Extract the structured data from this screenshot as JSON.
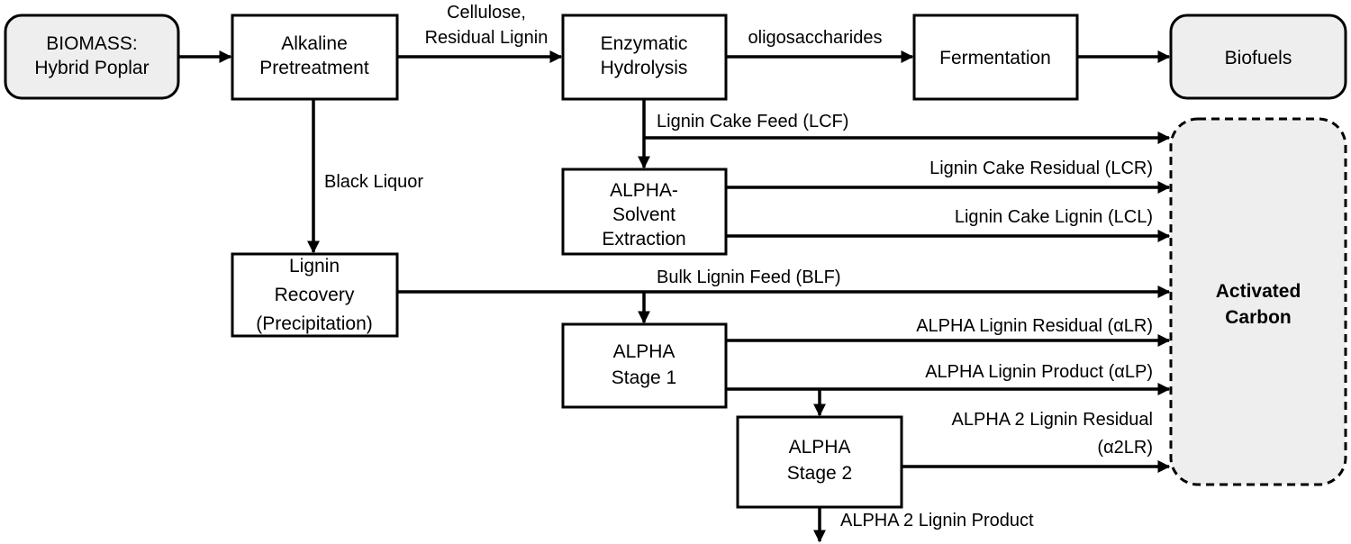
{
  "nodes": {
    "biomass": [
      "BIOMASS:",
      "Hybrid Poplar"
    ],
    "alkaline": [
      "Alkaline",
      "Pretreatment"
    ],
    "enzymatic": [
      "Enzymatic",
      "Hydrolysis"
    ],
    "fermentation": [
      "Fermentation"
    ],
    "biofuels": [
      "Biofuels"
    ],
    "solvent": [
      "ALPHA-",
      "Solvent",
      "Extraction"
    ],
    "recovery": [
      "Lignin",
      "Recovery",
      "(Precipitation)"
    ],
    "stage1": [
      "ALPHA",
      "Stage 1"
    ],
    "stage2": [
      "ALPHA",
      "Stage 2"
    ],
    "carbon": [
      "Activated",
      "Carbon"
    ]
  },
  "edges": {
    "cellulose": [
      "Cellulose,",
      "Residual Lignin"
    ],
    "oligo": "oligosaccharides",
    "black_liquor": "Black Liquor",
    "lcf": "Lignin Cake Feed (LCF)",
    "lcr": "Lignin Cake Residual (LCR)",
    "lcl": "Lignin Cake Lignin (LCL)",
    "blf": "Bulk Lignin Feed (BLF)",
    "alr": "ALPHA Lignin Residual (αLR)",
    "alp": "ALPHA Lignin Product (αLP)",
    "a2lr": [
      "ALPHA 2 Lignin Residual",
      "(α2LR)"
    ],
    "a2lp": "ALPHA 2 Lignin Product"
  }
}
